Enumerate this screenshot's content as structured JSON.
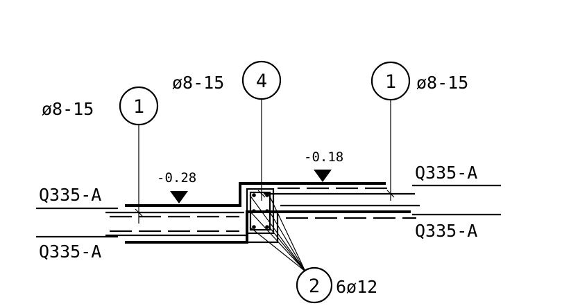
{
  "callouts": {
    "left": {
      "number": "1",
      "label": "ø8-15"
    },
    "middle": {
      "number": "4",
      "label": "ø8-15"
    },
    "right": {
      "number": "1",
      "label": "ø8-15"
    },
    "bottom": {
      "number": "2",
      "label": "6ø12"
    }
  },
  "elevations": {
    "low": "-0.28",
    "high": "-0.18"
  },
  "materials": {
    "top_left": "Q335-A",
    "bottom_left": "Q335-A",
    "top_right": "Q335-A",
    "bottom_right": "Q335-A"
  }
}
